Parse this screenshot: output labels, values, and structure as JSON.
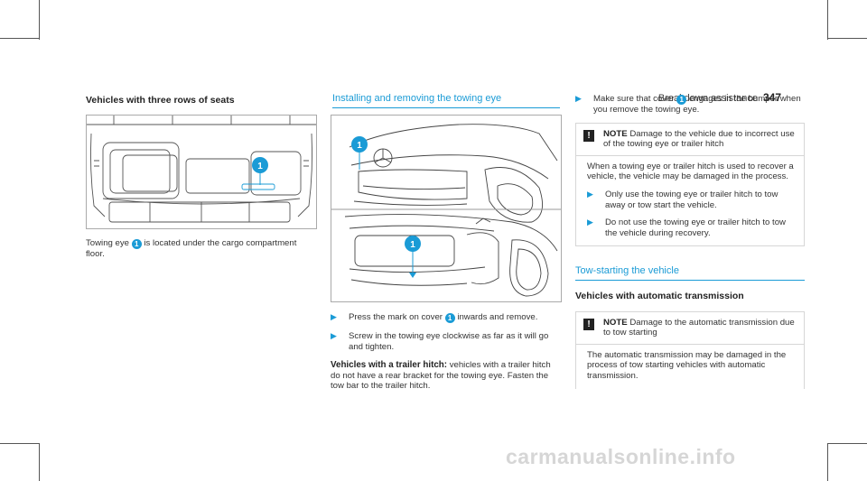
{
  "header": {
    "section": "Breakdown assistance",
    "page": "347"
  },
  "left": {
    "heading": "Vehicles with three rows of seats",
    "callout": "1",
    "text_pre": "Towing eye",
    "text_post": "is located under the cargo compartment floor."
  },
  "middle": {
    "heading": "Installing and removing the towing eye",
    "callout": "1",
    "step1_pre": "Press the mark on cover",
    "step1_post": "inwards and remove.",
    "step2": "Screw in the towing eye clockwise as far as it will go and tighten.",
    "trailer_label": "Vehicles with a trailer hitch:",
    "trailer_text": "vehicles with a trailer hitch do not have a rear bracket for the towing eye. Fasten the tow bar to the trailer hitch."
  },
  "right": {
    "step_pre": "Make sure that cover",
    "step_post": "engages in the bumper when you remove the towing eye.",
    "note1": {
      "label": "NOTE",
      "title": "Damage to the vehicle due to incorrect use of the towing eye or trailer hitch",
      "body": "When a towing eye or trailer hitch is used to recover a vehicle, the vehicle may be damaged in the process.",
      "bullets": [
        "Only use the towing eye or trailer hitch to tow away or tow start the vehicle.",
        "Do not use the towing eye or trailer hitch to tow the vehicle during recovery."
      ]
    },
    "heading2": "Tow-starting the vehicle",
    "sub": "Vehicles with automatic transmission",
    "note2": {
      "label": "NOTE",
      "title": "Damage to the automatic transmission due to tow starting",
      "body": "The automatic transmission may be damaged in the process of tow starting vehicles with automatic transmission."
    }
  },
  "watermark": "carmanualsonline.info",
  "colors": {
    "accent": "#1a9bd6"
  }
}
